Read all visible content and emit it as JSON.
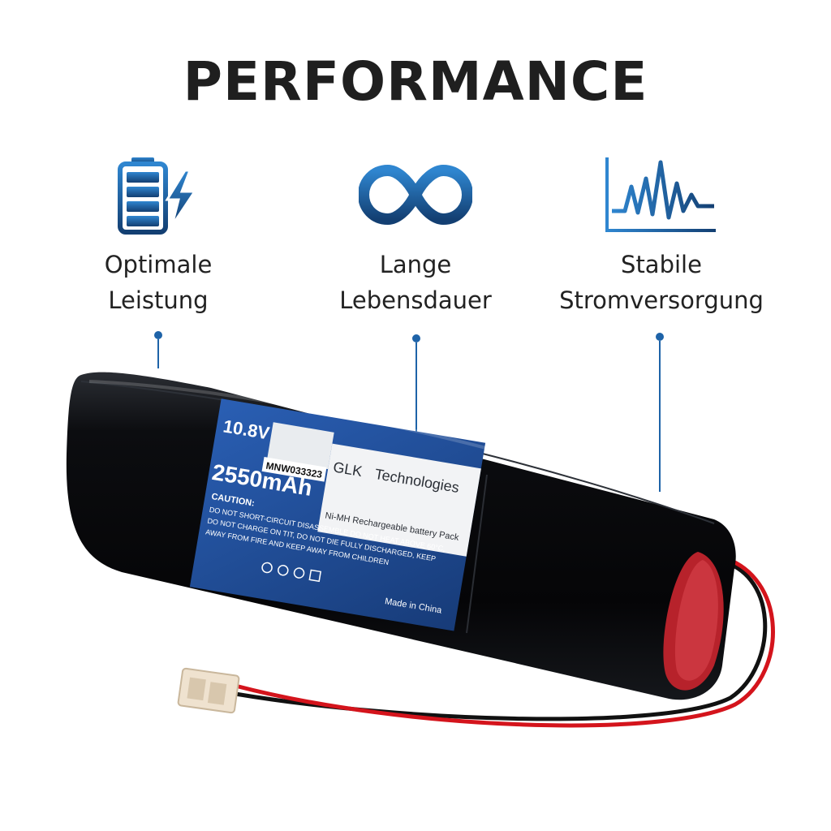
{
  "headline": "PERFORMANCE",
  "colors": {
    "accent": "#1e63a8",
    "accent_dark": "#123e6e",
    "text": "#222222",
    "battery_body": "#0b0b0f",
    "label_blue": "#1f4fa0",
    "wire_red": "#d4141c",
    "wire_black": "#111111",
    "connector": "#efe2cf"
  },
  "features": [
    {
      "icon": "battery-charging-icon",
      "line1": "Optimale",
      "line2": "Leistung"
    },
    {
      "icon": "infinity-icon",
      "line1": "Lange",
      "line2": "Lebensdauer"
    },
    {
      "icon": "waveform-chart-icon",
      "line1": "Stabile",
      "line2": "Stromversorgung"
    }
  ],
  "battery_label": {
    "voltage": "10.8V",
    "capacity": "2550mAh",
    "serial": "MNW033323",
    "brand": "GLK",
    "brand_suffix": "Technologies",
    "product_type": "Ni-MH Rechargeable battery Pack",
    "caution_title": "CAUTION:",
    "caution_line1": "DO NOT SHORT-CIRCUIT DISASSEMBLE DO NOT HEAT ABOVE 60°C,",
    "caution_line2": "DO NOT CHARGE ON TIT, DO NOT DIE FULLY DISCHARGED, KEEP",
    "caution_line3": "AWAY FROM FIRE AND KEEP AWAY FROM CHILDREN",
    "origin": "Made in China"
  }
}
